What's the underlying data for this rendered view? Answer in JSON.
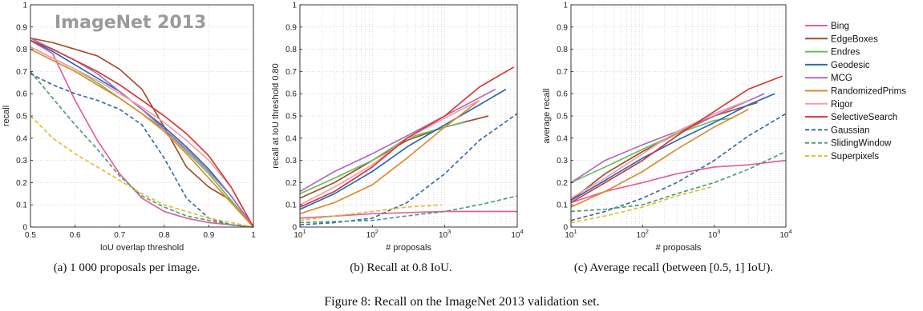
{
  "figure_caption": "Figure 8: Recall on the ImageNet 2013 validation set.",
  "panel_captions": [
    "(a) 1 000 proposals per image.",
    "(b) Recall at 0.8 IoU.",
    "(c) Average recall (between [0.5, 1] IoU)."
  ],
  "colors": {
    "Bing": "#e05fa0",
    "EdgeBoxes": "#a0522d",
    "Endres": "#6abf5e",
    "Geodesic": "#2a6ab8",
    "MCG": "#b06cc0",
    "RandomizedPrims": "#e08a2c",
    "Rigor": "#f2a0a8",
    "SelectiveSearch": "#d63a3a",
    "Gaussian": "#3a6e9e",
    "SlidingWindow": "#4f9f7a",
    "Superpixels": "#e0c030"
  },
  "legend": [
    "Bing",
    "EdgeBoxes",
    "Endres",
    "Geodesic",
    "MCG",
    "RandomizedPrims",
    "Rigor",
    "SelectiveSearch",
    "Gaussian",
    "SlidingWindow",
    "Superpixels"
  ],
  "dashed": [
    "Gaussian",
    "SlidingWindow",
    "Superpixels"
  ],
  "chart_data": [
    {
      "type": "line",
      "annotation": "ImageNet 2013",
      "xlabel": "IoU overlap threshold",
      "ylabel": "recall",
      "xlim": [
        0.5,
        1
      ],
      "ylim": [
        0,
        1
      ],
      "xticks": [
        "0.5",
        "0.6",
        "0.7",
        "0.8",
        "0.9",
        "1"
      ],
      "yticks": [
        "0",
        "0.1",
        "0.2",
        "0.3",
        "0.4",
        "0.5",
        "0.6",
        "0.7",
        "0.8",
        "0.9",
        "1"
      ],
      "x_log": false,
      "series": [
        {
          "name": "Bing",
          "x": [
            0.5,
            0.55,
            0.6,
            0.65,
            0.7,
            0.75,
            0.8,
            0.85,
            0.9,
            0.95,
            1.0
          ],
          "y": [
            0.84,
            0.78,
            0.57,
            0.39,
            0.24,
            0.13,
            0.07,
            0.04,
            0.02,
            0.01,
            0
          ]
        },
        {
          "name": "EdgeBoxes",
          "x": [
            0.5,
            0.55,
            0.6,
            0.65,
            0.7,
            0.75,
            0.8,
            0.85,
            0.9,
            0.95,
            1.0
          ],
          "y": [
            0.85,
            0.83,
            0.8,
            0.77,
            0.71,
            0.62,
            0.45,
            0.27,
            0.18,
            0.12,
            0
          ]
        },
        {
          "name": "Endres",
          "x": [
            0.5,
            0.55,
            0.6,
            0.65,
            0.7,
            0.75,
            0.8,
            0.85,
            0.9,
            0.95,
            1.0
          ],
          "y": [
            0.81,
            0.76,
            0.71,
            0.65,
            0.58,
            0.51,
            0.44,
            0.34,
            0.24,
            0.12,
            0
          ]
        },
        {
          "name": "Geodesic",
          "x": [
            0.5,
            0.55,
            0.6,
            0.65,
            0.7,
            0.75,
            0.8,
            0.85,
            0.9,
            0.95,
            1.0
          ],
          "y": [
            0.84,
            0.79,
            0.73,
            0.67,
            0.61,
            0.53,
            0.45,
            0.36,
            0.26,
            0.14,
            0
          ]
        },
        {
          "name": "MCG",
          "x": [
            0.5,
            0.55,
            0.6,
            0.65,
            0.7,
            0.75,
            0.8,
            0.85,
            0.9,
            0.95,
            1.0
          ],
          "y": [
            0.85,
            0.8,
            0.75,
            0.69,
            0.61,
            0.53,
            0.44,
            0.35,
            0.25,
            0.14,
            0
          ]
        },
        {
          "name": "RandomizedPrims",
          "x": [
            0.5,
            0.55,
            0.6,
            0.65,
            0.7,
            0.75,
            0.8,
            0.85,
            0.9,
            0.95,
            1.0
          ],
          "y": [
            0.8,
            0.75,
            0.7,
            0.64,
            0.58,
            0.51,
            0.43,
            0.33,
            0.22,
            0.11,
            0
          ]
        },
        {
          "name": "Rigor",
          "x": [
            0.5,
            0.55,
            0.6,
            0.65,
            0.7,
            0.75,
            0.8,
            0.85,
            0.9,
            0.95,
            1.0
          ],
          "y": [
            0.81,
            0.76,
            0.71,
            0.66,
            0.6,
            0.54,
            0.47,
            0.39,
            0.3,
            0.18,
            0
          ]
        },
        {
          "name": "SelectiveSearch",
          "x": [
            0.5,
            0.55,
            0.6,
            0.65,
            0.7,
            0.75,
            0.8,
            0.85,
            0.9,
            0.95,
            1.0
          ],
          "y": [
            0.84,
            0.8,
            0.75,
            0.7,
            0.64,
            0.57,
            0.5,
            0.42,
            0.32,
            0.18,
            0
          ]
        },
        {
          "name": "Gaussian",
          "x": [
            0.5,
            0.55,
            0.6,
            0.65,
            0.7,
            0.75,
            0.8,
            0.85,
            0.9,
            0.95,
            1.0
          ],
          "y": [
            0.69,
            0.64,
            0.6,
            0.57,
            0.53,
            0.46,
            0.31,
            0.13,
            0.04,
            0.01,
            0
          ]
        },
        {
          "name": "SlidingWindow",
          "x": [
            0.5,
            0.55,
            0.6,
            0.65,
            0.7,
            0.75,
            0.8,
            0.85,
            0.9,
            0.95,
            1.0
          ],
          "y": [
            0.7,
            0.58,
            0.46,
            0.35,
            0.23,
            0.14,
            0.09,
            0.05,
            0.03,
            0.01,
            0
          ]
        },
        {
          "name": "Superpixels",
          "x": [
            0.5,
            0.55,
            0.6,
            0.65,
            0.7,
            0.75,
            0.8,
            0.85,
            0.9,
            0.95,
            1.0
          ],
          "y": [
            0.5,
            0.4,
            0.33,
            0.27,
            0.21,
            0.15,
            0.1,
            0.07,
            0.04,
            0.02,
            0
          ]
        }
      ]
    },
    {
      "type": "line",
      "xlabel": "# proposals",
      "ylabel": "recall at IoU threshold 0.80",
      "xlim": [
        10,
        10000
      ],
      "ylim": [
        0,
        1
      ],
      "x_log": true,
      "xticks": [
        10,
        100,
        1000,
        10000
      ],
      "yticks": [
        "0",
        "0.1",
        "0.2",
        "0.3",
        "0.4",
        "0.5",
        "0.6",
        "0.7",
        "0.8",
        "0.9",
        "1"
      ],
      "series": [
        {
          "name": "Bing",
          "x": [
            10,
            100,
            1000,
            10000
          ],
          "y": [
            0.04,
            0.06,
            0.07,
            0.07
          ]
        },
        {
          "name": "EdgeBoxes",
          "x": [
            10,
            30,
            100,
            300,
            1000,
            4000
          ],
          "y": [
            0.13,
            0.2,
            0.3,
            0.39,
            0.45,
            0.5
          ]
        },
        {
          "name": "Endres",
          "x": [
            10,
            30,
            100,
            300,
            1000,
            1800
          ],
          "y": [
            0.15,
            0.22,
            0.3,
            0.4,
            0.45,
            0.47
          ]
        },
        {
          "name": "Geodesic",
          "x": [
            10,
            30,
            100,
            300,
            1000,
            3000,
            7000
          ],
          "y": [
            0.08,
            0.15,
            0.25,
            0.36,
            0.46,
            0.55,
            0.62
          ]
        },
        {
          "name": "MCG",
          "x": [
            10,
            30,
            100,
            300,
            1000,
            5000
          ],
          "y": [
            0.16,
            0.25,
            0.33,
            0.41,
            0.5,
            0.62
          ]
        },
        {
          "name": "RandomizedPrims",
          "x": [
            10,
            30,
            100,
            300,
            1000,
            3000
          ],
          "y": [
            0.06,
            0.11,
            0.19,
            0.31,
            0.45,
            0.57
          ]
        },
        {
          "name": "Rigor",
          "x": [
            10,
            30,
            100,
            300,
            1000,
            3000
          ],
          "y": [
            0.1,
            0.18,
            0.28,
            0.4,
            0.49,
            0.57
          ]
        },
        {
          "name": "SelectiveSearch",
          "x": [
            10,
            30,
            100,
            300,
            1000,
            3000,
            9000
          ],
          "y": [
            0.09,
            0.16,
            0.27,
            0.4,
            0.5,
            0.63,
            0.72
          ]
        },
        {
          "name": "Gaussian",
          "x": [
            10,
            30,
            100,
            300,
            1000,
            3000,
            10000
          ],
          "y": [
            0.01,
            0.02,
            0.04,
            0.11,
            0.24,
            0.39,
            0.51
          ]
        },
        {
          "name": "SlidingWindow",
          "x": [
            10,
            30,
            100,
            300,
            1000,
            3000,
            10000
          ],
          "y": [
            0.02,
            0.025,
            0.03,
            0.05,
            0.07,
            0.1,
            0.14
          ]
        },
        {
          "name": "Superpixels",
          "x": [
            10,
            30,
            100,
            300,
            900
          ],
          "y": [
            0.03,
            0.05,
            0.07,
            0.09,
            0.1
          ]
        }
      ]
    },
    {
      "type": "line",
      "xlabel": "# proposals",
      "ylabel": "average recall",
      "xlim": [
        10,
        10000
      ],
      "ylim": [
        0,
        1
      ],
      "x_log": true,
      "xticks": [
        10,
        100,
        1000,
        10000
      ],
      "yticks": [
        "0",
        "0.1",
        "0.2",
        "0.3",
        "0.4",
        "0.5",
        "0.6",
        "0.7",
        "0.8",
        "0.9",
        "1"
      ],
      "series": [
        {
          "name": "Bing",
          "x": [
            10,
            30,
            100,
            300,
            1000,
            3000,
            10000
          ],
          "y": [
            0.11,
            0.16,
            0.2,
            0.24,
            0.27,
            0.28,
            0.3
          ]
        },
        {
          "name": "EdgeBoxes",
          "x": [
            10,
            30,
            100,
            300,
            1000,
            4000
          ],
          "y": [
            0.12,
            0.24,
            0.34,
            0.42,
            0.5,
            0.56
          ]
        },
        {
          "name": "Endres",
          "x": [
            10,
            30,
            100,
            300,
            1000,
            1800
          ],
          "y": [
            0.2,
            0.27,
            0.35,
            0.42,
            0.48,
            0.49
          ]
        },
        {
          "name": "Geodesic",
          "x": [
            10,
            30,
            100,
            300,
            1000,
            3000,
            7000
          ],
          "y": [
            0.12,
            0.21,
            0.31,
            0.39,
            0.47,
            0.55,
            0.6
          ]
        },
        {
          "name": "MCG",
          "x": [
            10,
            30,
            100,
            300,
            1000,
            5000
          ],
          "y": [
            0.2,
            0.3,
            0.37,
            0.43,
            0.5,
            0.6
          ]
        },
        {
          "name": "RandomizedPrims",
          "x": [
            10,
            30,
            100,
            300,
            1000,
            3000
          ],
          "y": [
            0.09,
            0.16,
            0.25,
            0.35,
            0.45,
            0.53
          ]
        },
        {
          "name": "Rigor",
          "x": [
            10,
            30,
            100,
            300,
            1000,
            3000
          ],
          "y": [
            0.13,
            0.22,
            0.33,
            0.43,
            0.51,
            0.57
          ]
        },
        {
          "name": "SelectiveSearch",
          "x": [
            10,
            30,
            100,
            300,
            1000,
            3000,
            9000
          ],
          "y": [
            0.11,
            0.2,
            0.3,
            0.41,
            0.52,
            0.62,
            0.68
          ]
        },
        {
          "name": "Gaussian",
          "x": [
            10,
            30,
            100,
            300,
            1000,
            3000,
            10000
          ],
          "y": [
            0.03,
            0.07,
            0.13,
            0.2,
            0.3,
            0.41,
            0.51
          ]
        },
        {
          "name": "SlidingWindow",
          "x": [
            10,
            30,
            100,
            300,
            1000,
            3000,
            10000
          ],
          "y": [
            0.07,
            0.08,
            0.1,
            0.15,
            0.2,
            0.26,
            0.34
          ]
        },
        {
          "name": "Superpixels",
          "x": [
            10,
            30,
            100,
            300,
            900
          ],
          "y": [
            0.02,
            0.05,
            0.09,
            0.14,
            0.18
          ]
        }
      ]
    }
  ]
}
